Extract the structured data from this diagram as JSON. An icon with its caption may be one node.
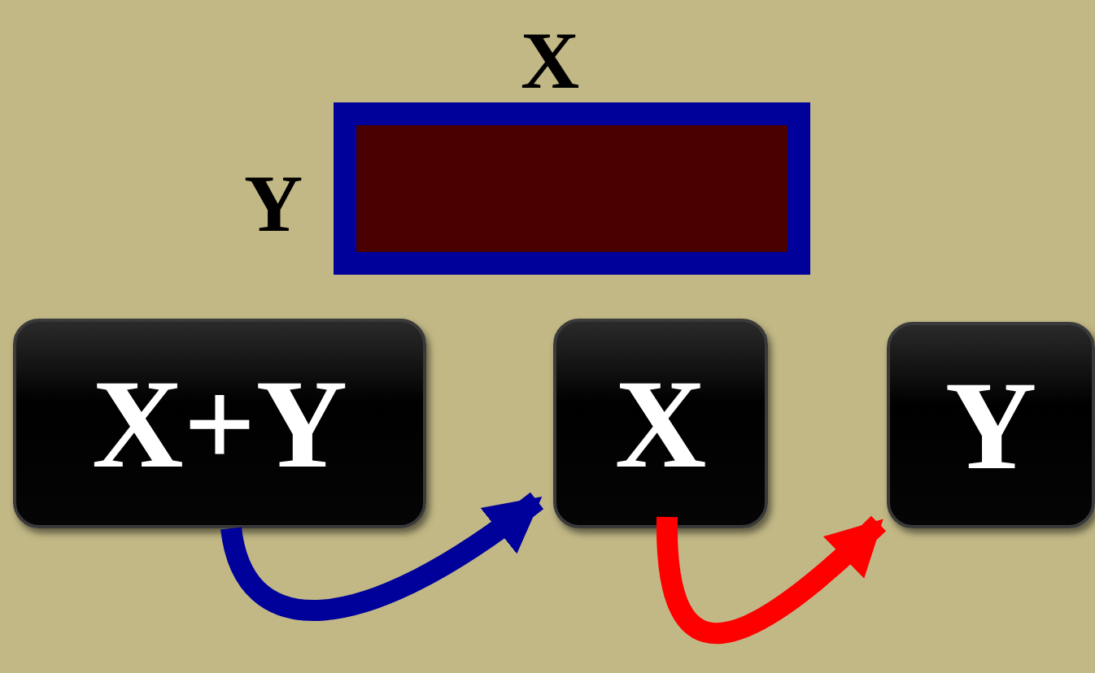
{
  "diagram": {
    "nodes": [
      {
        "text": [
          "X+Y"
        ]
      },
      {
        "text": [
          "X"
        ]
      },
      {
        "text": [
          "Y"
        ]
      }
    ],
    "edges": [
      {
        "from": 0,
        "to": 1,
        "arrow": "to",
        "color": "#00009a"
      },
      {
        "from": 1,
        "to": 2,
        "arrow": "to",
        "color": "#ff0000"
      }
    ],
    "labels": [
      "X",
      "Y"
    ]
  }
}
